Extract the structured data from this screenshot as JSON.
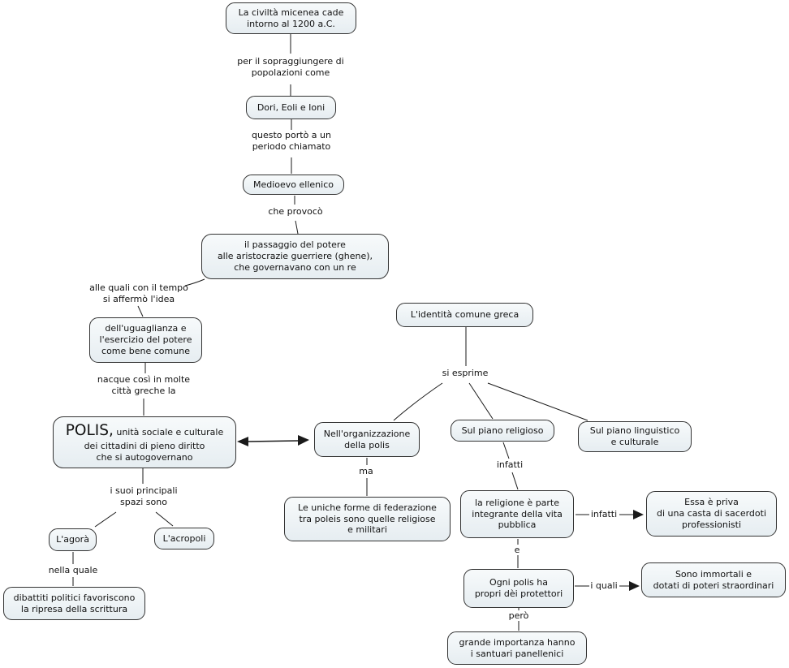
{
  "title": "Mappa concettuale: la civiltà micenea e la polis greca",
  "colors": {
    "node_fill_top": "#f7fafb",
    "node_fill_bottom": "#e6edf1",
    "node_border": "#333333",
    "line": "#1a1a1a",
    "text": "#111111",
    "background": "#ffffff"
  },
  "nodes": {
    "micenea": "La civiltà micenea cade\nintorno al 1200 a.C.",
    "dori": "Dori, Eoli e Ioni",
    "medioevo": "Medioevo ellenico",
    "passaggio": "il passaggio del potere\nalle aristocrazie guerriere (ghene),\nche governavano con un re",
    "uguaglianza": "dell'uguaglianza e\nl'esercizio del potere\ncome bene comune",
    "polis_title": "POLIS,",
    "polis_sub": " unità sociale e culturale",
    "polis_rest": "dei cittadini di pieno diritto\nche si autogovernano",
    "agora": "L'agorà",
    "acropoli": "L'acropoli",
    "dibattiti": "dibattiti politici favoriscono\nla ripresa della scrittura",
    "identita": "L'identità comune greca",
    "organizzazione": "Nell'organizzazione\ndella polis",
    "federazione": "Le uniche forme di federazione\ntra poleis sono quelle religiose\ne militari",
    "religioso": "Sul piano religioso",
    "linguistico": "Sul piano linguistico\ne culturale",
    "religione": "la religione è parte\nintegrante della vita\npubblica",
    "essa": "Essa è priva\ndi una casta di sacerdoti\nprofessionisti",
    "ogni_polis": "Ogni polis ha\npropri dèi protettori",
    "immortali": "Sono immortali e\ndotati di poteri straordinari",
    "santuari": "grande importanza hanno\ni santuari panellenici"
  },
  "labels": {
    "sopraggiungere": "per il sopraggiungere di\npopolazioni come",
    "questo_porto": "questo portò a un\nperiodo chiamato",
    "che_provoco": "che provocò",
    "alle_quali": "alle quali con il tempo\nsi affermò l'idea",
    "nacque": "nacque così in molte\ncittà greche la",
    "spazi": "i suoi principali\nspazi sono",
    "nella_quale": "nella quale",
    "si_esprime": "si esprime",
    "ma": "ma",
    "infatti_v": "infatti",
    "e": "e",
    "pero": "però",
    "infatti_arrow": "infatti",
    "i_quali_arrow": "i quali"
  }
}
